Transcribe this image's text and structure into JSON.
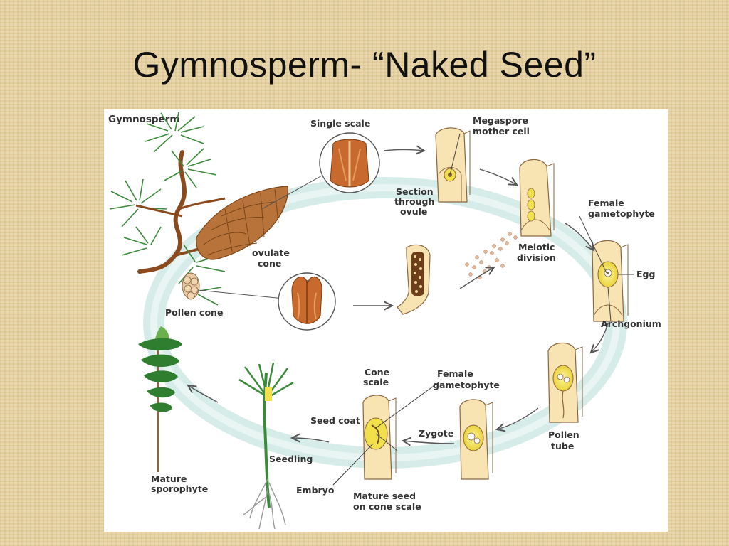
{
  "title": "Gymnosperm- “Naked Seed”",
  "diagram": {
    "header": "Gymnosperm",
    "labels": {
      "single_scale": "Single scale",
      "megaspore_l1": "Megaspore",
      "megaspore_l2": "mother cell",
      "section_l1": "Section",
      "section_l2": "through",
      "section_l3": "ovule",
      "female_gam_top_l1": "Female",
      "female_gam_top_l2": "gametophyte",
      "ovulate_l1": "ovulate",
      "ovulate_l2": "cone",
      "meiotic_l1": "Meiotic",
      "meiotic_l2": "division",
      "egg": "Egg",
      "pollen_cone": "Pollen cone",
      "archgonium": "Archgonium",
      "cone_scale_l1": "Cone",
      "cone_scale_l2": "scale",
      "female_gam_bot_l1": "Female",
      "female_gam_bot_l2": "gametophyte",
      "seed_coat": "Seed coat",
      "zygote": "Zygote",
      "pollen_tube_l1": "Pollen",
      "pollen_tube_l2": "tube",
      "seedling": "Seedling",
      "mature_sporo_l1": "Mature",
      "mature_sporo_l2": "sporophyte",
      "embryo": "Embryo",
      "mature_seed_l1": "Mature seed",
      "mature_seed_l2": "on cone scale"
    },
    "colors": {
      "cycle_ring": "#d6ece8",
      "needle_green": "#3b8a3b",
      "branch_brown": "#8a4a1e",
      "cone_brown": "#b8733a",
      "ovule_cream": "#f8e4b2",
      "gametophyte_yellow": "#f1e04a",
      "scale_orange": "#c86a2e"
    }
  }
}
